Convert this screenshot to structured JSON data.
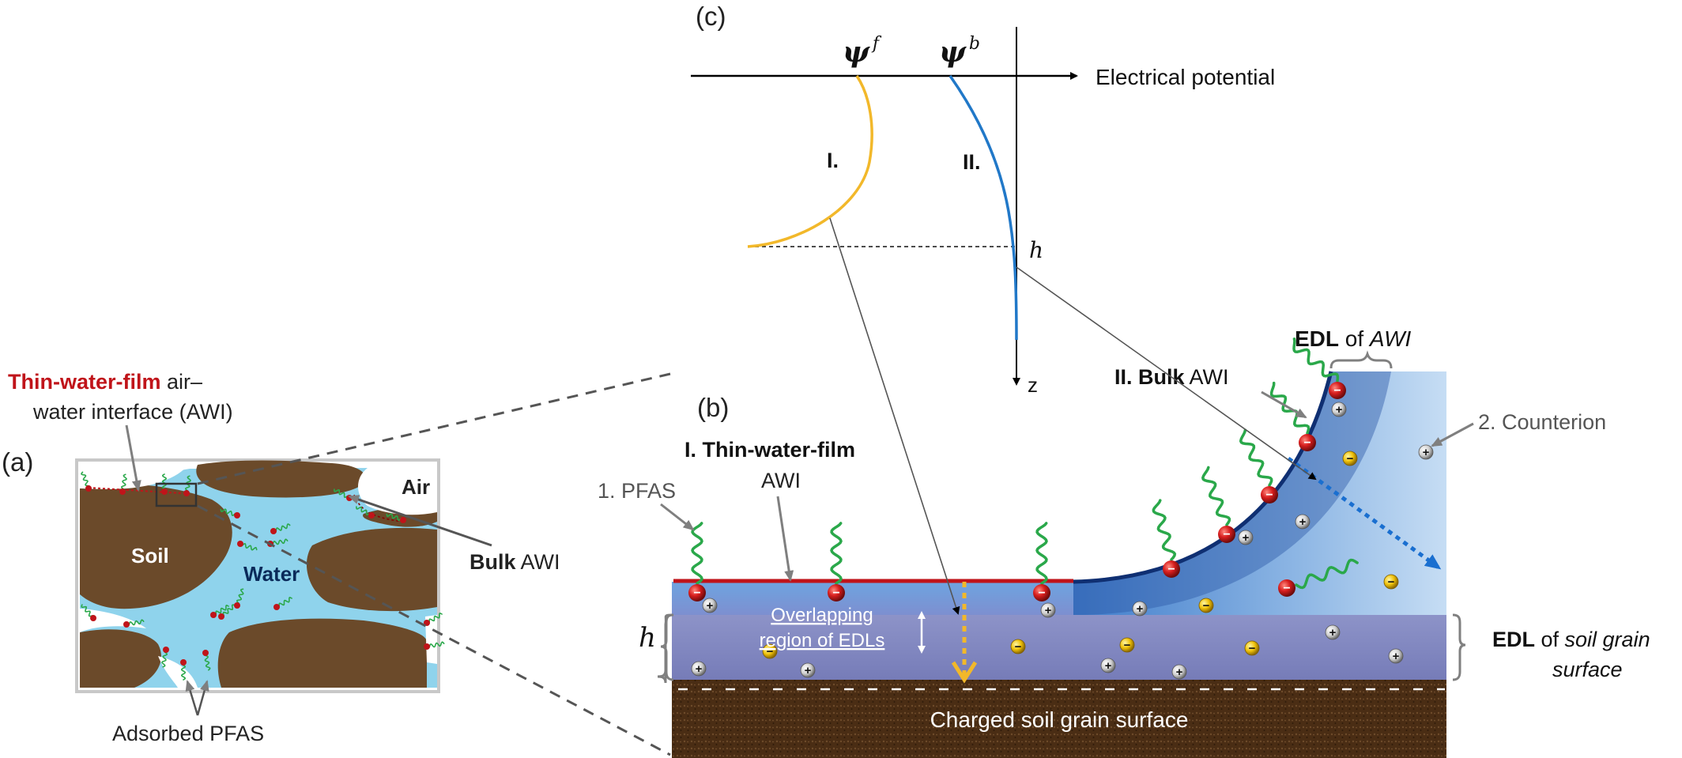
{
  "panels": {
    "a": {
      "label": "(a)",
      "awi_title_bold": "Thin-water-film",
      "awi_title_rest": " air–",
      "awi_title_line2": "water interface (AWI)",
      "air": "Air",
      "soil": "Soil",
      "water": "Water",
      "bulk_bold": "Bulk",
      "bulk_rest": " AWI",
      "adsorbed": "Adsorbed PFAS"
    },
    "b": {
      "label": "(b)",
      "thin_bold": "I. Thin-water-film",
      "thin_line2": "AWI",
      "pfas": "1. PFAS",
      "bulk_bold": "II. Bulk",
      "bulk_rest": " AWI",
      "edl_awi_bold": "EDL",
      "edl_awi_rest": " of ",
      "edl_awi_italic": "AWI",
      "counterion": "2. Counterion",
      "overlap_line1": "Overlapping",
      "overlap_line2": "region of  EDLs",
      "h": "h",
      "edl_soil_bold": "EDL",
      "edl_soil_rest": " of ",
      "edl_soil_italic1": "soil grain",
      "edl_soil_italic2": "surface",
      "soil_surface": "Charged soil grain surface"
    },
    "c": {
      "label": "(c)",
      "psi_f": "ψ",
      "psi_f_sup": "f",
      "psi_b": "ψ",
      "psi_b_sup": "b",
      "x_axis": "Electrical potential",
      "z_axis": "z",
      "curve1": "I.",
      "curve2": "II.",
      "h": "h"
    }
  },
  "colors": {
    "soil": "#6b4a2a",
    "water": "#8fd3ec",
    "pfas_tail": "#2aa84a",
    "pfas_head": "#c0141a",
    "thin_film": "#c0141a",
    "bulk_interface": "#0f2f72",
    "curve_f": "#f2b82a",
    "curve_b": "#2178c8",
    "anion": "#f2c40c"
  }
}
